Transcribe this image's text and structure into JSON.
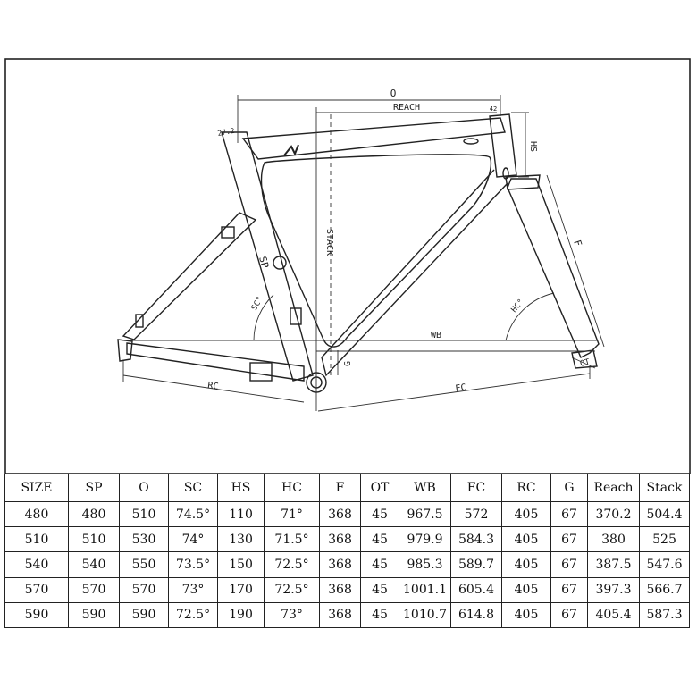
{
  "diagram": {
    "labels": {
      "o": "O",
      "reach": "REACH",
      "stack": "STACK",
      "hs": "HS",
      "f": "F",
      "hc": "HC°",
      "ot": "OT",
      "wb": "WB",
      "g": "G",
      "fc": "FC",
      "rc": "RC",
      "sp": "SP",
      "sc": "SC°",
      "seatpost_diameter": "27.2",
      "hs_top": "42"
    }
  },
  "table": {
    "headers": [
      "SIZE",
      "SP",
      "O",
      "SC",
      "HS",
      "HC",
      "F",
      "OT",
      "WB",
      "FC",
      "RC",
      "G",
      "Reach",
      "Stack"
    ],
    "rows": [
      [
        "480",
        "480",
        "510",
        "74.5°",
        "110",
        "71°",
        "368",
        "45",
        "967.5",
        "572",
        "405",
        "67",
        "370.2",
        "504.4"
      ],
      [
        "510",
        "510",
        "530",
        "74°",
        "130",
        "71.5°",
        "368",
        "45",
        "979.9",
        "584.3",
        "405",
        "67",
        "380",
        "525"
      ],
      [
        "540",
        "540",
        "550",
        "73.5°",
        "150",
        "72.5°",
        "368",
        "45",
        "985.3",
        "589.7",
        "405",
        "67",
        "387.5",
        "547.6"
      ],
      [
        "570",
        "570",
        "570",
        "73°",
        "170",
        "72.5°",
        "368",
        "45",
        "1001.1",
        "605.4",
        "405",
        "67",
        "397.3",
        "566.7"
      ],
      [
        "590",
        "590",
        "590",
        "72.5°",
        "190",
        "73°",
        "368",
        "45",
        "1010.7",
        "614.8",
        "405",
        "67",
        "405.4",
        "587.3"
      ]
    ]
  }
}
